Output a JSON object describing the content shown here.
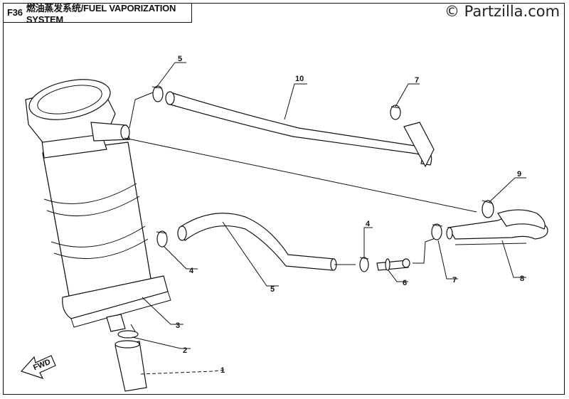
{
  "header": {
    "code": "F36",
    "title": "燃油蒸发系统/FUEL VAPORIZATION SYSTEM"
  },
  "watermark": "© Partzilla.com",
  "fwd_label": "FWD",
  "callouts": {
    "c1": "1",
    "c2": "2",
    "c3": "3",
    "c4a": "4",
    "c4b": "4",
    "c5a": "5",
    "c5b": "5",
    "c6": "6",
    "c7a": "7",
    "c7b": "7",
    "c8": "8",
    "c9": "9",
    "c10": "10"
  }
}
